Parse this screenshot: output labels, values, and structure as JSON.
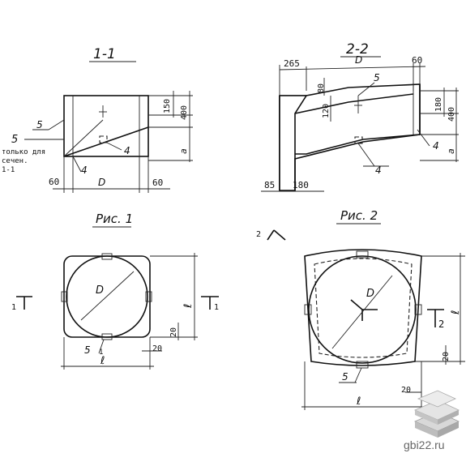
{
  "sections": {
    "s11": {
      "title": "1-1",
      "dims": {
        "top": "150",
        "mid": "400",
        "bottom": "a",
        "left_w": "60",
        "center_w": "D",
        "right_w": "60"
      },
      "callouts": {
        "item5": "5",
        "item4a": "4",
        "item4b": "4"
      },
      "note": [
        "только для",
        "сечен.",
        "1-1"
      ]
    },
    "s22": {
      "title": "2-2",
      "dims": {
        "w265": "265",
        "center_w": "D",
        "w60": "60",
        "h80": "80",
        "h120": "120",
        "h180": "180",
        "h400": "400",
        "bottom": "a",
        "w85": "85",
        "w180": "180"
      },
      "callouts": {
        "item5": "5",
        "item4a": "4",
        "item4b": "4"
      }
    }
  },
  "figures": {
    "fig1": {
      "title": "Рис. 1",
      "labels": {
        "diameter": "D",
        "length_right": "ℓ",
        "length_bottom": "ℓ",
        "item5": "5",
        "dim20a": "20",
        "dim20b": "20",
        "mark1": "1"
      },
      "section_marks": {
        "left": "1",
        "right": "1"
      }
    },
    "fig2": {
      "title": "Рис. 2",
      "labels": {
        "diameter": "D",
        "length_right": "ℓ",
        "length_bottom": "ℓ",
        "item5": "5",
        "dim20a": "20",
        "dim20b": "20"
      },
      "section_marks": {
        "top": "2",
        "right": "2"
      }
    }
  },
  "watermark": {
    "text": "gbi22.ru"
  }
}
